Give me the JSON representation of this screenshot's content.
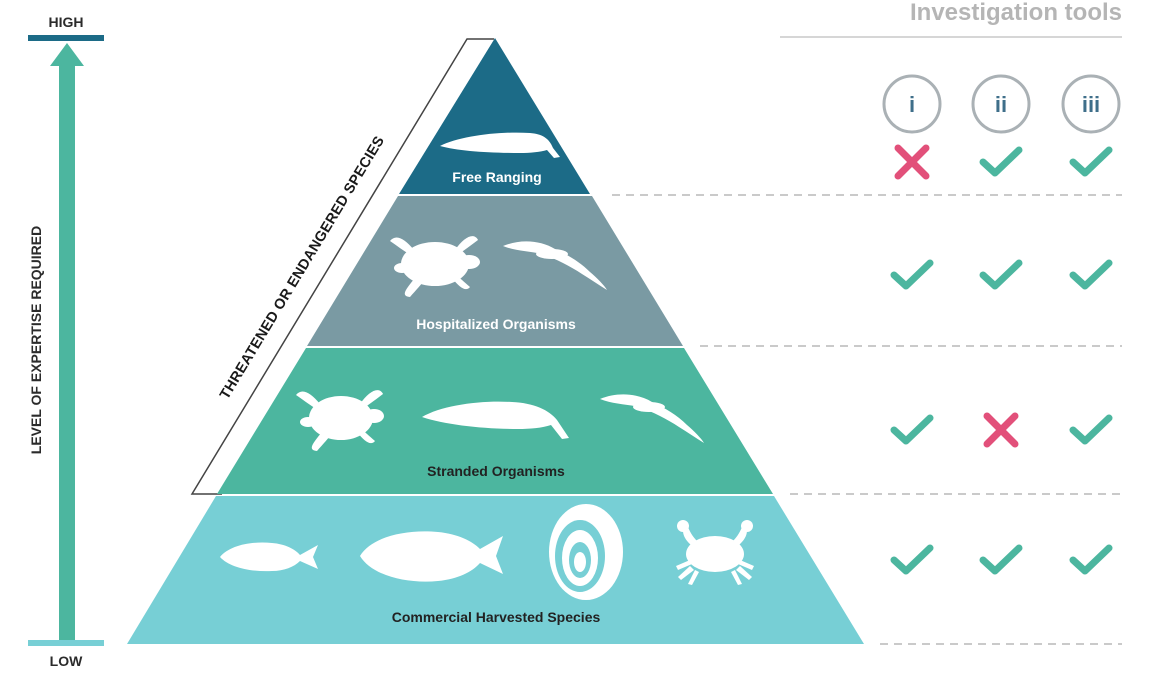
{
  "axis": {
    "high_label": "HIGH",
    "low_label": "LOW",
    "title": "LEVEL OF EXPERTISE REQUIRED"
  },
  "bracket_label": "THREATENED OR ENDANGERED SPECIES",
  "tools": {
    "title": "Investigation tools",
    "numerals": [
      "i",
      "ii",
      "iii"
    ]
  },
  "tiers": [
    {
      "label": "Free Ranging",
      "marks": [
        "cross",
        "check",
        "check"
      ]
    },
    {
      "label": "Hospitalized Organisms",
      "marks": [
        "check",
        "check",
        "check"
      ]
    },
    {
      "label": "Stranded Organisms",
      "marks": [
        "check",
        "cross",
        "check"
      ]
    },
    {
      "label": "Commercial Harvested Species",
      "marks": [
        "check",
        "check",
        "check"
      ]
    }
  ],
  "colors": {
    "tier_free_ranging": "#1c6b87",
    "tier_hospitalized": "#7a9aa3",
    "tier_stranded": "#4cb69f",
    "tier_commercial": "#77cfd5",
    "arrow": "#4cb69f",
    "axis_cap_high": "#1c6b87",
    "axis_cap_low": "#77cfd5",
    "check": "#4cb69f",
    "cross": "#e2507a",
    "circle_border": "#aab1b5",
    "numeral": "#3f6f8a",
    "title_gray": "#b5b5b5",
    "dashed": "#b9b9b9",
    "silhouette": "#ffffff"
  },
  "icons": {
    "free_ranging": [
      "whale-icon"
    ],
    "hospitalized": [
      "turtle-icon",
      "bird-icon"
    ],
    "stranded": [
      "turtle-icon",
      "whale-icon",
      "bird-icon"
    ],
    "commercial": [
      "fish-icon",
      "fish-icon",
      "oyster-icon",
      "crab-icon"
    ]
  }
}
